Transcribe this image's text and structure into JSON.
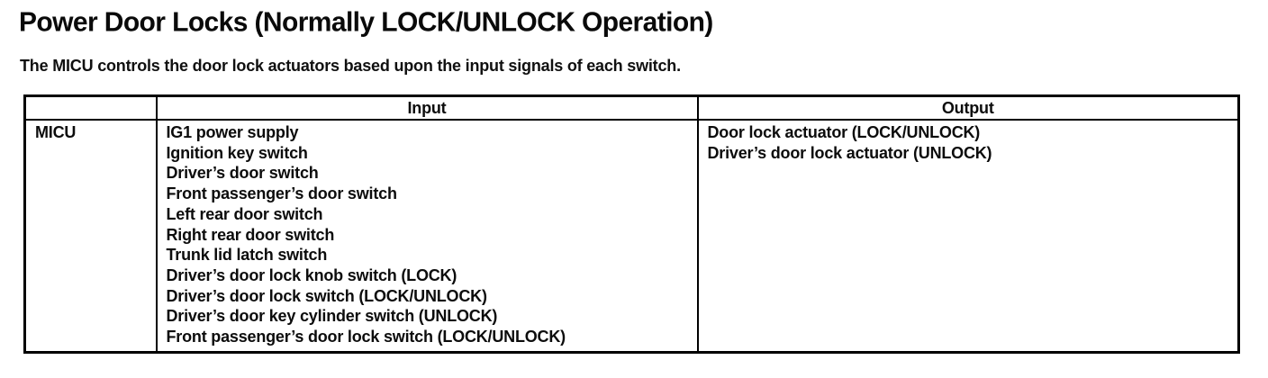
{
  "page": {
    "title": "Power Door Locks (Normally LOCK/UNLOCK Operation)",
    "description": "The MICU controls the door lock actuators based upon the input signals of each switch."
  },
  "table": {
    "headers": [
      "",
      "Input",
      "Output"
    ],
    "row_label": "MICU",
    "inputs": [
      "IG1 power supply",
      "Ignition key switch",
      "Driver’s door switch",
      "Front passenger’s door switch",
      "Left rear door switch",
      "Right rear door switch",
      "Trunk lid latch switch",
      "Driver’s door lock knob switch (LOCK)",
      "Driver’s door lock switch (LOCK/UNLOCK)",
      "Driver’s door key cylinder switch (UNLOCK)",
      "Front passenger’s door lock switch (LOCK/UNLOCK)"
    ],
    "outputs": [
      "Door lock actuator (LOCK/UNLOCK)",
      "Driver’s door lock actuator (UNLOCK)"
    ]
  }
}
